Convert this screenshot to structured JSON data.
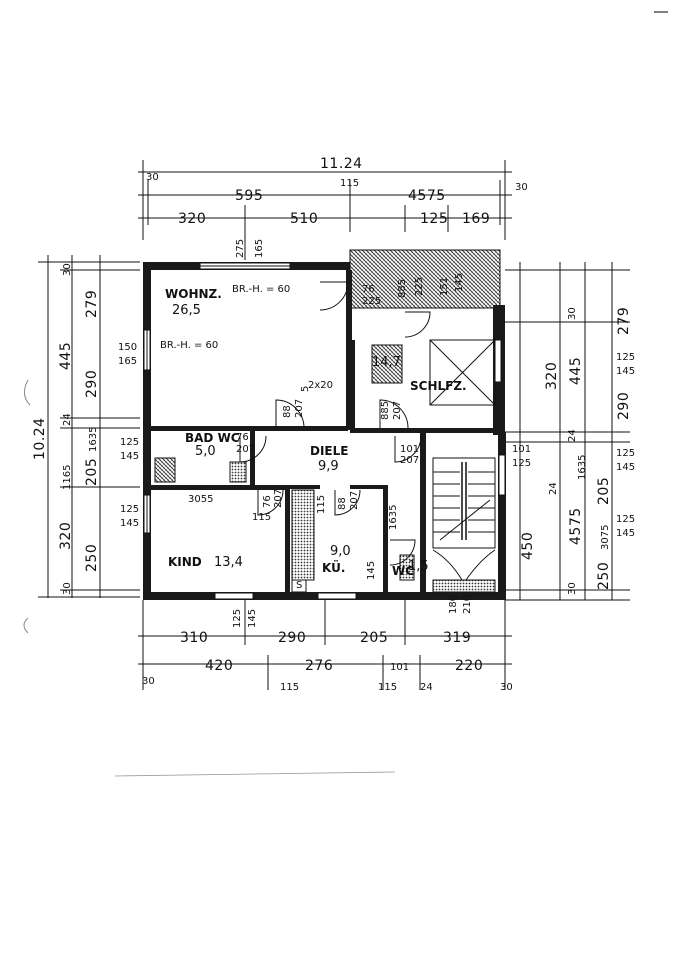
{
  "dimensions": {
    "top": {
      "overall": "11.24",
      "row1": [
        "30",
        "115",
        "30"
      ],
      "row2": [
        "595",
        "4575"
      ],
      "row3": [
        "320",
        "510",
        "125",
        "169"
      ]
    },
    "bottom": {
      "row1": [
        "310",
        "290",
        "205",
        "319"
      ],
      "row2": [
        "420",
        "276",
        "101",
        "220"
      ],
      "row3": [
        "30",
        "115",
        "115",
        "24",
        "30"
      ]
    },
    "left": {
      "overall": "10.24",
      "outer": [
        "30",
        "445",
        "24",
        "1165",
        "30"
      ],
      "inner": [
        "279",
        "290",
        "1635",
        "205",
        "320",
        "250"
      ]
    },
    "right": {
      "outer": [
        "30",
        "445",
        "24",
        "4575",
        "30"
      ],
      "inner": [
        "279",
        "290",
        "205",
        "3075",
        "250"
      ],
      "mid": [
        "320",
        "450",
        "24",
        "1635"
      ]
    }
  },
  "rooms": {
    "wohnz": {
      "name": "WOHNZ.",
      "area": "26,5"
    },
    "schlafz": {
      "name": "SCHLFZ.",
      "area": "14,7"
    },
    "bad": {
      "name": "BAD WC",
      "area": "5,0"
    },
    "diele": {
      "name": "DIELE",
      "area": "9,9"
    },
    "kind": {
      "name": "KIND",
      "area": "13,4"
    },
    "kueche": {
      "name": "KÜ.",
      "area": "9,0"
    },
    "wc": {
      "name": "WC",
      "area": "1,5"
    }
  },
  "annotations": {
    "brh1": "BR.-H. = 60",
    "brh2": "BR.-H. = 60",
    "win_150_165": [
      "150",
      "165"
    ],
    "win_275_165": [
      "275",
      "165"
    ],
    "win_76_225": [
      "76",
      "225"
    ],
    "win_885": "885",
    "win_225_151_145": [
      "225",
      "151",
      "145"
    ],
    "door_88_207": [
      "88",
      "207"
    ],
    "door_2x20": "2x20",
    "door_885_207": [
      "885",
      "207"
    ],
    "door_76_207": [
      "76",
      "207"
    ],
    "door_101_207": [
      "101",
      "207"
    ],
    "win_125_145_a": [
      "125",
      "145"
    ],
    "win_125_145_b": [
      "125",
      "145"
    ],
    "win_125_145_c": [
      "125",
      "145"
    ],
    "win_125_145_d": [
      "125",
      "145"
    ],
    "win_125_145_e": [
      "125",
      "145"
    ],
    "win_125_145_f": [
      "125",
      "145"
    ],
    "door_76_207_b": [
      "76",
      "207"
    ],
    "door_88_207_b": [
      "88",
      "207"
    ],
    "num_1635": "1635",
    "num_115": "115",
    "num_3055": "3055",
    "num_115b": "115",
    "num_145": "145",
    "num_180": "180",
    "num_210": "210",
    "s_label": "S",
    "num_5": "5",
    "num_101": "101",
    "num_125": "125"
  }
}
